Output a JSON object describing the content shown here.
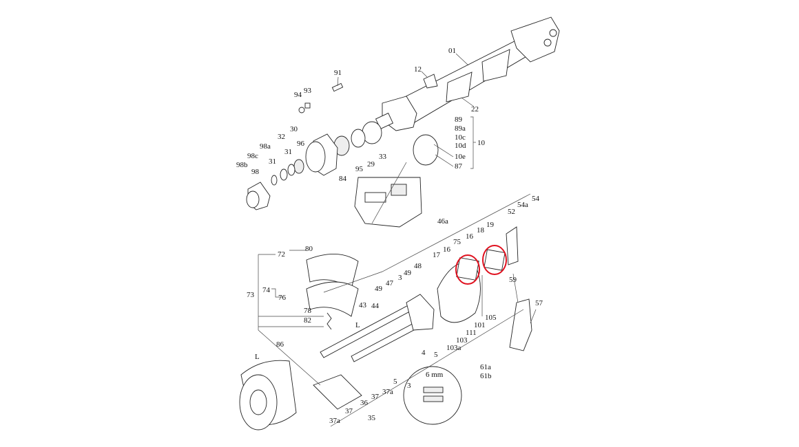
{
  "diagram": {
    "title": "Axle and drum brake exploded parts diagram",
    "highlight_color": "#e0101e",
    "callouts": [
      "01",
      "12",
      "22",
      "91",
      "94",
      "93",
      "89",
      "89a",
      "10c",
      "10d",
      "10",
      "10e",
      "87",
      "30",
      "32",
      "96",
      "31",
      "98a",
      "98c",
      "31",
      "98b",
      "98",
      "95",
      "29",
      "33",
      "84",
      "46a",
      "52",
      "54a",
      "54",
      "19",
      "18",
      "16",
      "75",
      "16",
      "17",
      "80",
      "72",
      "74",
      "76",
      "73",
      "49",
      "47",
      "3",
      "49",
      "48",
      "59",
      "57",
      "105",
      "101",
      "111",
      "103",
      "103a",
      "43",
      "44",
      "78",
      "82",
      "4",
      "5",
      "86",
      "61a",
      "61b",
      "6 mm",
      "3",
      "5",
      "37a",
      "37",
      "36",
      "37",
      "37a",
      "35",
      "L",
      "L"
    ]
  }
}
